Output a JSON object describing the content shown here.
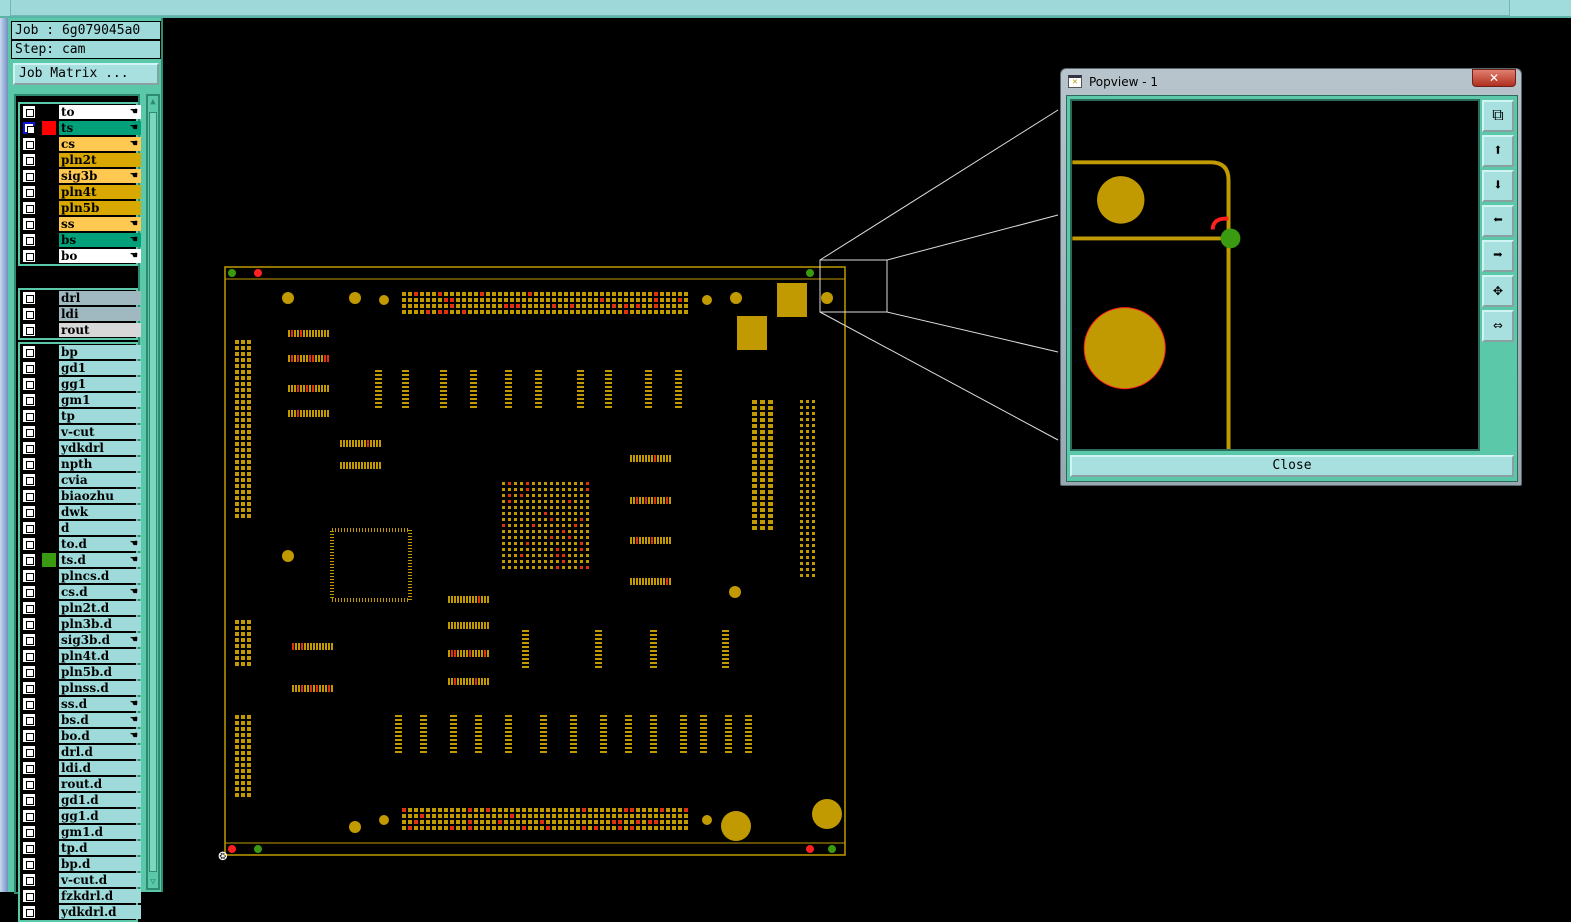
{
  "header": {
    "job": "Job : 6g079045a0",
    "step": "Step: cam",
    "job_matrix": "Job Matrix ..."
  },
  "colors": {
    "panel": "#5cc8aa",
    "pcb_copper": "#c09a00",
    "pcb_red": "#ff2020",
    "pcb_green": "#3a9a10"
  },
  "layer_groups": [
    [
      {
        "name": "to",
        "color": "#ffffff",
        "hand": true
      },
      {
        "name": "ts",
        "color": "#00a07a",
        "hand": true,
        "selected": true,
        "swatch": "#ff0000"
      },
      {
        "name": "cs",
        "color": "#ffc850",
        "hand": true
      },
      {
        "name": "pln2t",
        "color": "#d8a800"
      },
      {
        "name": "sig3b",
        "color": "#ffc850",
        "hand": true
      },
      {
        "name": "pln4t",
        "color": "#d8a800"
      },
      {
        "name": "pln5b",
        "color": "#d8a800"
      },
      {
        "name": "ss",
        "color": "#ffc850",
        "hand": true
      },
      {
        "name": "bs",
        "color": "#00a07a",
        "hand": true
      },
      {
        "name": "bo",
        "color": "#ffffff",
        "hand": true
      }
    ],
    [
      {
        "name": "drl",
        "color": "#a0b8c0"
      },
      {
        "name": "ldi",
        "color": "#a0b8c0"
      },
      {
        "name": "rout",
        "color": "#d8d8d8"
      }
    ],
    [
      {
        "name": "bp"
      },
      {
        "name": "gd1"
      },
      {
        "name": "gg1"
      },
      {
        "name": "gm1"
      },
      {
        "name": "tp"
      },
      {
        "name": "v-cut"
      },
      {
        "name": "ydkdrl"
      },
      {
        "name": "npth"
      },
      {
        "name": "cvia"
      },
      {
        "name": "biaozhu"
      },
      {
        "name": "dwk"
      },
      {
        "name": "d"
      },
      {
        "name": "to.d",
        "hand": true
      },
      {
        "name": "ts.d",
        "hand": true,
        "swatch": "#3a9a10"
      },
      {
        "name": "plncs.d"
      },
      {
        "name": "cs.d",
        "hand": true
      },
      {
        "name": "pln2t.d"
      },
      {
        "name": "pln3b.d"
      },
      {
        "name": "sig3b.d",
        "hand": true
      },
      {
        "name": "pln4t.d"
      },
      {
        "name": "pln5b.d"
      },
      {
        "name": "plnss.d"
      },
      {
        "name": "ss.d",
        "hand": true
      },
      {
        "name": "bs.d",
        "hand": true
      },
      {
        "name": "bo.d",
        "hand": true
      },
      {
        "name": "drl.d"
      },
      {
        "name": "ldi.d"
      },
      {
        "name": "rout.d"
      },
      {
        "name": "gd1.d"
      },
      {
        "name": "gg1.d"
      },
      {
        "name": "gm1.d"
      },
      {
        "name": "tp.d"
      },
      {
        "name": "bp.d"
      },
      {
        "name": "v-cut.d"
      },
      {
        "name": "fzkdrl.d"
      },
      {
        "name": "ydkdrl.d"
      }
    ]
  ],
  "popview": {
    "title": "Popview - 1",
    "close_x": "✕",
    "close_label": "Close",
    "tools": [
      {
        "icon": "zoom-window-icon",
        "glyph": "⧉"
      },
      {
        "icon": "pan-up-icon",
        "glyph": "⬆"
      },
      {
        "icon": "pan-down-icon",
        "glyph": "⬇"
      },
      {
        "icon": "pan-left-icon",
        "glyph": "⬅"
      },
      {
        "icon": "pan-right-icon",
        "glyph": "➡"
      },
      {
        "icon": "zoom-fit-icon",
        "glyph": "✥"
      },
      {
        "icon": "zoom-out-icon",
        "glyph": "⇔"
      }
    ]
  }
}
